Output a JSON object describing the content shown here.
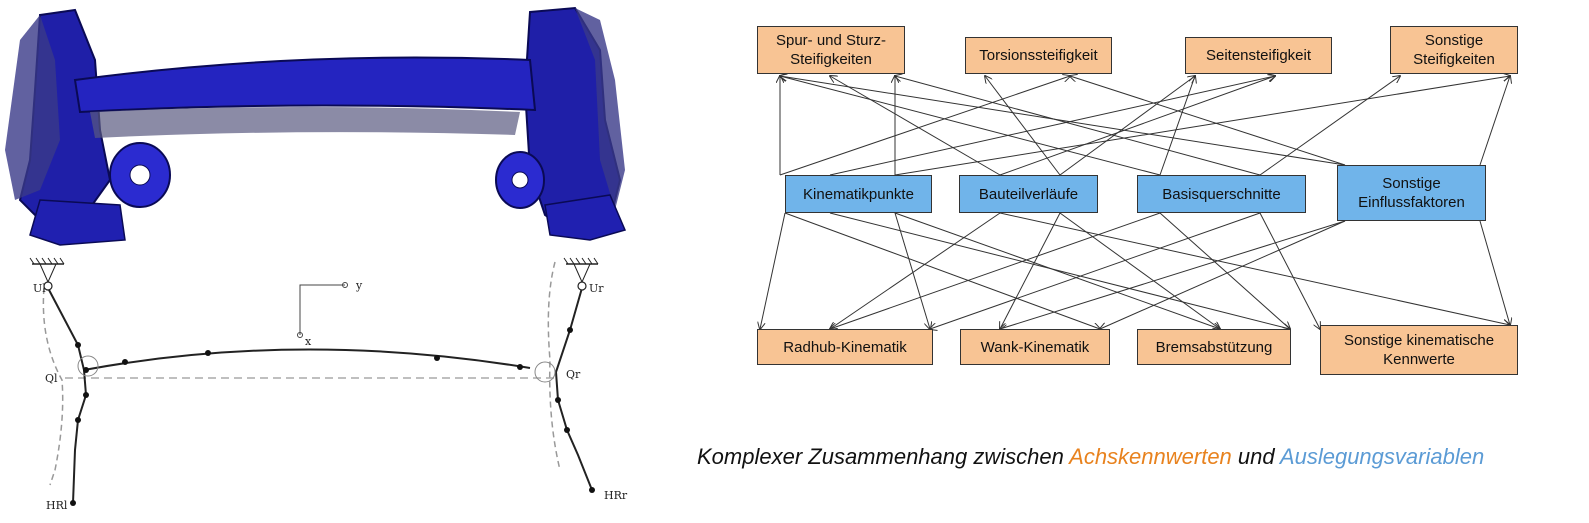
{
  "left": {
    "labels": {
      "ul": "Ul",
      "ur": "Ur",
      "ql": "Ql",
      "qr": "Qr",
      "hrl": "HRl",
      "hrr": "HRr",
      "y": "y",
      "x": "x"
    }
  },
  "diagram": {
    "top": [
      "Spur- und Sturz-\nSteifigkeiten",
      "Torsionssteifigkeit",
      "Seitensteifigkeit",
      "Sonstige\nSteifigkeiten"
    ],
    "middle": [
      "Kinematikpunkte",
      "Bauteilverläufe",
      "Basisquerschnitte",
      "Sonstige\nEinflussfaktoren"
    ],
    "bottom": [
      "Radhub-Kinematik",
      "Wank-Kinematik",
      "Bremsabstützung",
      "Sonstige kinematische\nKennwerte"
    ],
    "colors": {
      "orange": "#f8c494",
      "blue": "#70b4ea"
    }
  },
  "caption": {
    "part1": "Komplexer Zusammenhang zwischen ",
    "orange": "Achskennwerten",
    "part2": " und ",
    "blue": "Auslegungsvariablen",
    "orange_color": "#e8821e",
    "blue_color": "#5b9bd5"
  }
}
